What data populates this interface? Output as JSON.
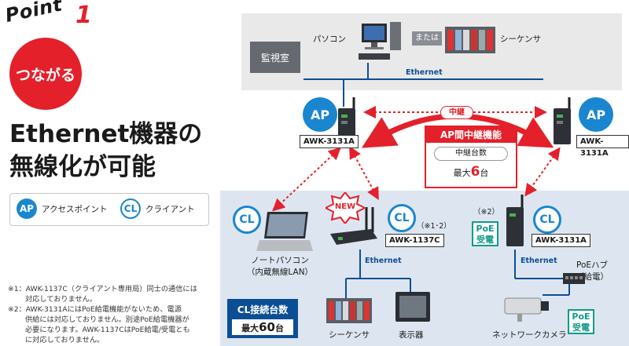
{
  "point": {
    "word": "Point",
    "number": "1",
    "badge": "つながる"
  },
  "headline": {
    "line1": "Ethernet機器の",
    "line2": "無線化が可能"
  },
  "legend": {
    "ap_mark": "AP",
    "ap_label": "アクセスポイント",
    "cl_mark": "CL",
    "cl_label": "クライアント"
  },
  "notes": {
    "n1_a": "※1：AWK-1137C（クライアント専用局）同士の通信には",
    "n1_b": "対応しておりません。",
    "n2_a": "※2：AWK-3131AにはPoE給電機能がないため、電源",
    "n2_b": "供給には対応しておりません。別途PoE給電機器が",
    "n2_c": "必要になります。AWK-1137CはPoE給電/受電とも",
    "n2_d": "に対応しておりません。"
  },
  "monitoring": {
    "room": "監視室",
    "pc": "パソコン",
    "or": "または",
    "plc": "シーケンサ",
    "ethernet": "Ethernet"
  },
  "ap_left": {
    "mark": "AP",
    "model": "AWK-3131A"
  },
  "ap_right": {
    "mark": "AP",
    "model": "AWK-3131A"
  },
  "relay": {
    "label": "中継",
    "title": "AP間中継機能",
    "count_label": "中継台数",
    "max_prefix": "最大",
    "max_value": "6",
    "unit": "台"
  },
  "clients": {
    "laptop": {
      "mark": "CL",
      "label1": "ノートパソコン",
      "label2": "（内蔵無線LAN）"
    },
    "awk1137c": {
      "new": "NEW",
      "mark": "CL",
      "note": "（※1･2）",
      "model": "AWK-1137C",
      "ethernet": "Ethernet",
      "plc": "シーケンサ",
      "display": "表示器"
    },
    "awk3131a": {
      "note": "（※2）",
      "poe1": "PoE",
      "poe2": "受電",
      "mark": "CL",
      "model": "AWK-3131A",
      "ethernet": "Ethernet",
      "hub1": "PoEハブ",
      "hub2": "（給電）",
      "camera": "ネットワークカメラ",
      "cam_poe1": "PoE",
      "cam_poe2": "受電"
    }
  },
  "cl_count": {
    "title": "CL接続台数",
    "max_prefix": "最大",
    "max_value": "60",
    "unit": "台"
  },
  "colors": {
    "red": "#e4202a",
    "blue": "#1a86cf",
    "navy": "#0c4e95",
    "teal": "#0f9a8a"
  }
}
